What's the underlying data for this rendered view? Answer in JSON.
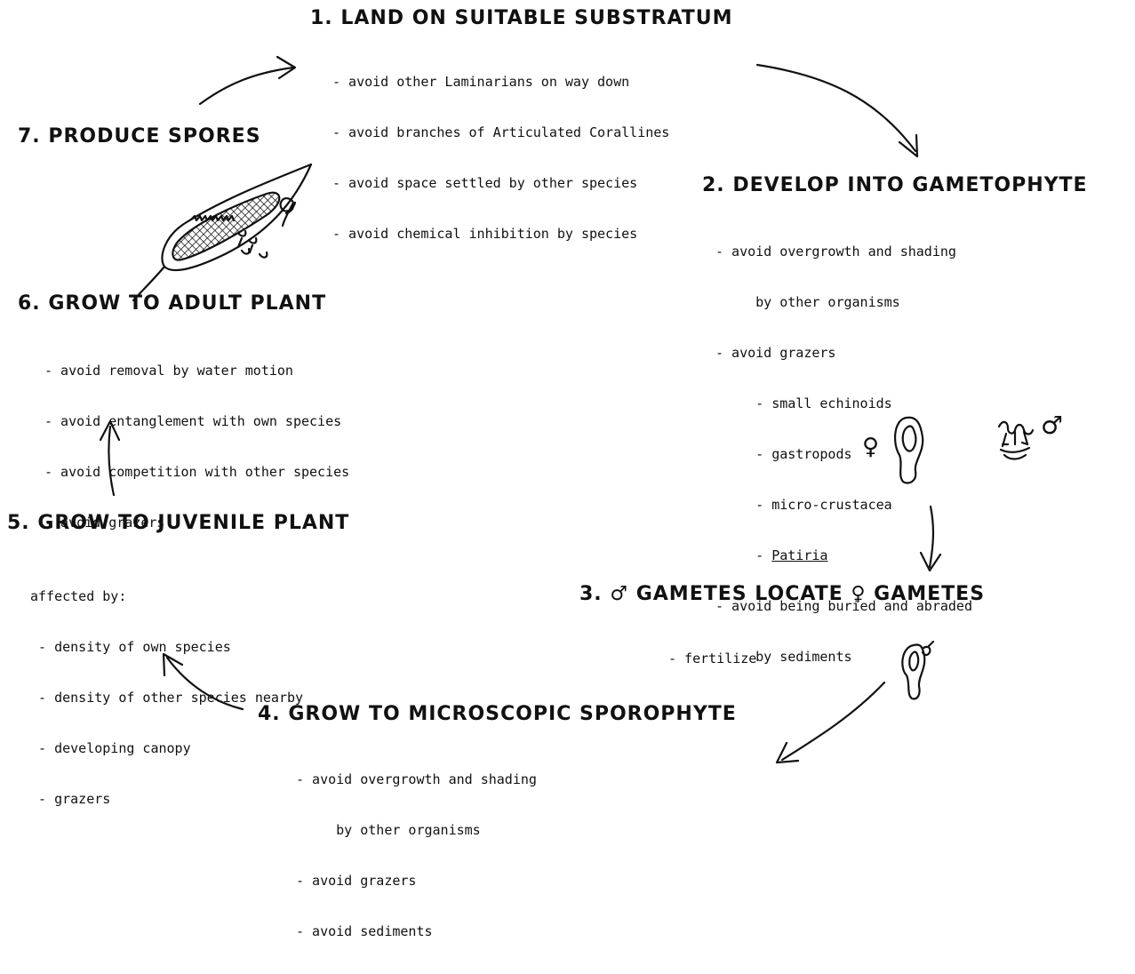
{
  "steps": [
    {
      "title": "1. LAND ON SUITABLE SUBSTRATUM",
      "items": [
        "- avoid other Laminarians on way down",
        "- avoid branches of Articulated Corallines",
        "- avoid space settled by other species",
        "- avoid chemical inhibition by species"
      ]
    },
    {
      "title": "2. DEVELOP INTO GAMETOPHYTE",
      "items": [
        "- avoid overgrowth and shading",
        "     by other organisms",
        "- avoid grazers",
        "     - small echinoids",
        "     - gastropods",
        "     - micro-crustacea",
        "     - ",
        "- avoid being buried and abraded",
        "     by sediments"
      ],
      "underlined_item": "Patiria"
    },
    {
      "title_prefix": "3. ",
      "male_symbol": "♂",
      "title_middle": " GAMETES LOCATE ",
      "female_symbol": "♀",
      "title_suffix": " GAMETES",
      "items": [
        "- fertilize"
      ]
    },
    {
      "title": "4. GROW TO MICROSCOPIC SPOROPHYTE",
      "items": [
        "- avoid overgrowth and shading",
        "     by other organisms",
        "- avoid grazers",
        "- avoid sediments"
      ]
    },
    {
      "title": "5. GROW TO JUVENILE PLANT",
      "items": [
        "affected by:",
        " - density of own species",
        " - density of other species nearby",
        " - developing canopy",
        " - grazers"
      ]
    },
    {
      "title": "6. GROW TO ADULT PLANT",
      "items": [
        "- avoid removal by water motion",
        "- avoid entanglement with own species",
        "- avoid competition with other species",
        "- avoid grazers"
      ]
    },
    {
      "title": "7. PRODUCE SPORES",
      "items": []
    }
  ],
  "gametophyte_symbols": {
    "female": "♀",
    "male": "♂"
  },
  "icons": [
    "arrow",
    "sporophyll-drawing",
    "female-gametophyte-drawing",
    "male-gametophyte-drawing",
    "sporophyte-drawing"
  ]
}
